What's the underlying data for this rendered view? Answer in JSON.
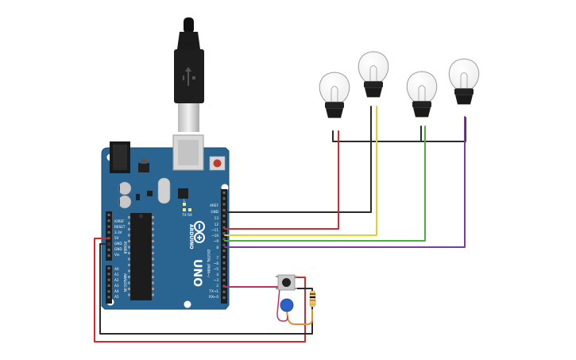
{
  "board": {
    "brand": "ARDUINO",
    "model": "UNO",
    "power_header_label": "POWER",
    "analog_header_label": "ANALOG IN",
    "digital_header_label": "DIGITAL (PWM~)",
    "led_l": "L",
    "led_tx": "TX",
    "led_rx": "RX",
    "top_pins": [
      "AREF",
      "GND",
      "13",
      "12",
      "~11",
      "~10",
      "~9",
      "8"
    ],
    "bottom_pins": [
      "7",
      "~6",
      "~5",
      "4",
      "~3",
      "2",
      "TX→1",
      "RX←0"
    ],
    "power_pins": [
      "IOREF",
      "RESET",
      "3.3V",
      "5V",
      "GND",
      "GND",
      "Vin"
    ],
    "analog_pins": [
      "A0",
      "A1",
      "A2",
      "A3",
      "A4",
      "A5"
    ]
  },
  "colors": {
    "board": "#2a6591",
    "wire_red": "#d9262d",
    "wire_yellow": "#e5d21a",
    "wire_green": "#4caf3c",
    "wire_purple": "#7a3c9c",
    "wire_black": "#2b2b2b",
    "wire_magenta": "#b8336a",
    "wire_orange": "#e0902a"
  },
  "components": {
    "bulbs": [
      "light-bulb-1",
      "light-bulb-2",
      "light-bulb-3",
      "light-bulb-4"
    ],
    "button": "push-button",
    "resistor": "resistor",
    "capacitor": "ceramic-capacitor",
    "usb": "usb-cable"
  }
}
